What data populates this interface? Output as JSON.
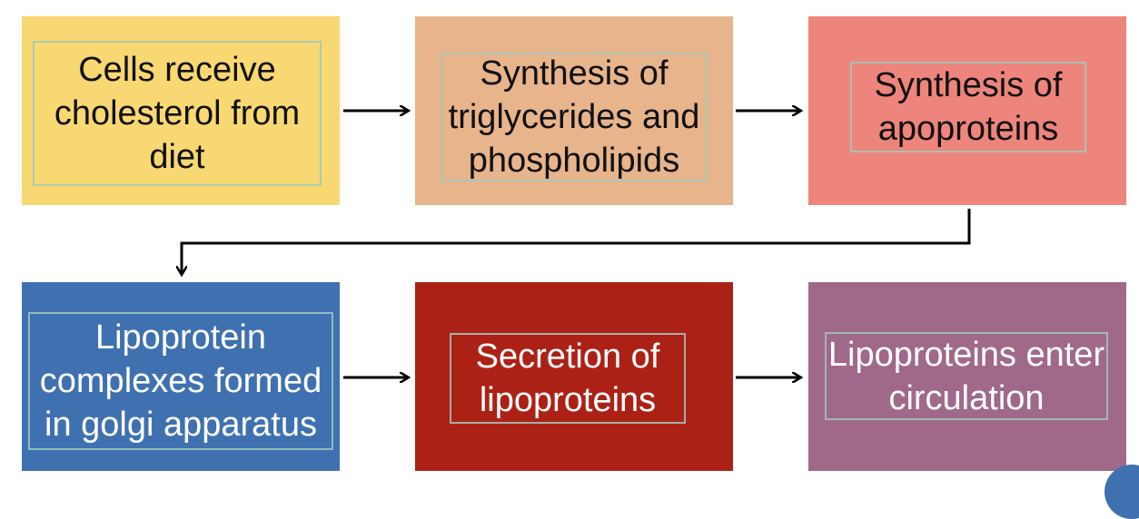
{
  "steps": [
    {
      "id": "cells-receive-cholesterol",
      "label": "Cells receive\ncholesterol from\ndiet",
      "fill": "#f8d872",
      "text_color": "#111111"
    },
    {
      "id": "synthesis-triglycerides",
      "label": "Synthesis of\ntriglycerides and\nphospholipids",
      "fill": "#e8b48c",
      "text_color": "#111111"
    },
    {
      "id": "synthesis-apoproteins",
      "label": "Synthesis of\napoproteins",
      "fill": "#ee857c",
      "text_color": "#111111"
    },
    {
      "id": "lipoprotein-complexes",
      "label": "Lipoprotein\ncomplexes formed\nin golgi apparatus",
      "fill": "#3f71b0",
      "text_color": "#ffffff"
    },
    {
      "id": "secretion-lipoproteins",
      "label": "Secretion of\nlipoproteins",
      "fill": "#ac2116",
      "text_color": "#ffffff"
    },
    {
      "id": "lipoproteins-enter-circulation",
      "label": "Lipoproteins enter\ncirculation",
      "fill": "#a06989",
      "text_color": "#ffffff"
    }
  ],
  "colors": {
    "arrow": "#000000",
    "corner_accent": "#3f71b0"
  }
}
